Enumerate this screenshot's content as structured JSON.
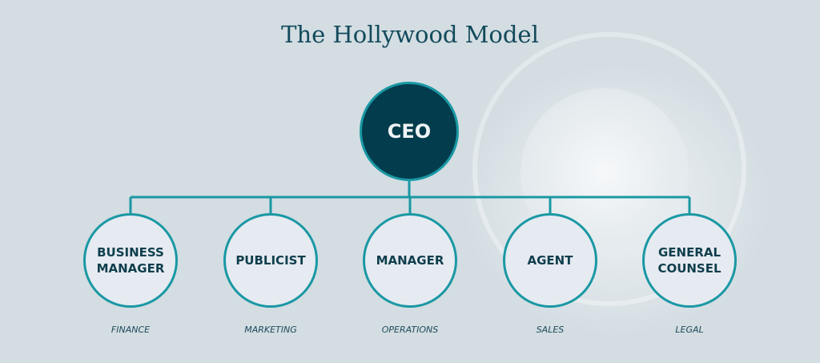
{
  "title": "The Hollywood Model",
  "root": {
    "label": "CEO"
  },
  "children": [
    {
      "label": "BUSINESS MANAGER",
      "sublabel": "FINANCE"
    },
    {
      "label": "PUBLICIST",
      "sublabel": "MARKETING"
    },
    {
      "label": "MANAGER",
      "sublabel": "OPERATIONS"
    },
    {
      "label": "AGENT",
      "sublabel": "SALES"
    },
    {
      "label": "GENERAL COUNSEL",
      "sublabel": "LEGAL"
    }
  ],
  "colors": {
    "accent": "#1a98a4",
    "ceo_fill": "#033d4d",
    "text": "#0f3e4d"
  }
}
